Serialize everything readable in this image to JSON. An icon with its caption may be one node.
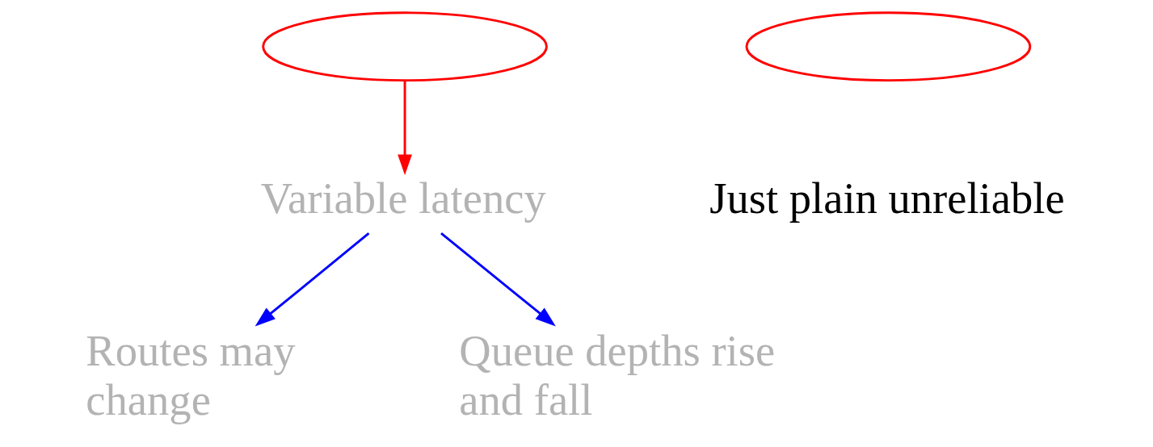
{
  "diagram": {
    "nodes": [
      {
        "text": [],
        "shape": "ellipse"
      },
      {
        "text": [],
        "shape": "ellipse"
      },
      {
        "text": [
          "Variable latency"
        ]
      },
      {
        "text": [
          "Just plain unreliable"
        ]
      },
      {
        "text": [
          "Routes may change"
        ]
      },
      {
        "text": [
          "Queue depths rise and fall"
        ]
      }
    ],
    "edges": [
      {
        "from": 0,
        "to": 2,
        "arrow": "to",
        "color": "#ff0000"
      },
      {
        "from": 2,
        "to": 4,
        "arrow": "to",
        "color": "#0000ff"
      },
      {
        "from": 2,
        "to": 5,
        "arrow": "to",
        "color": "#0000ff"
      }
    ]
  }
}
